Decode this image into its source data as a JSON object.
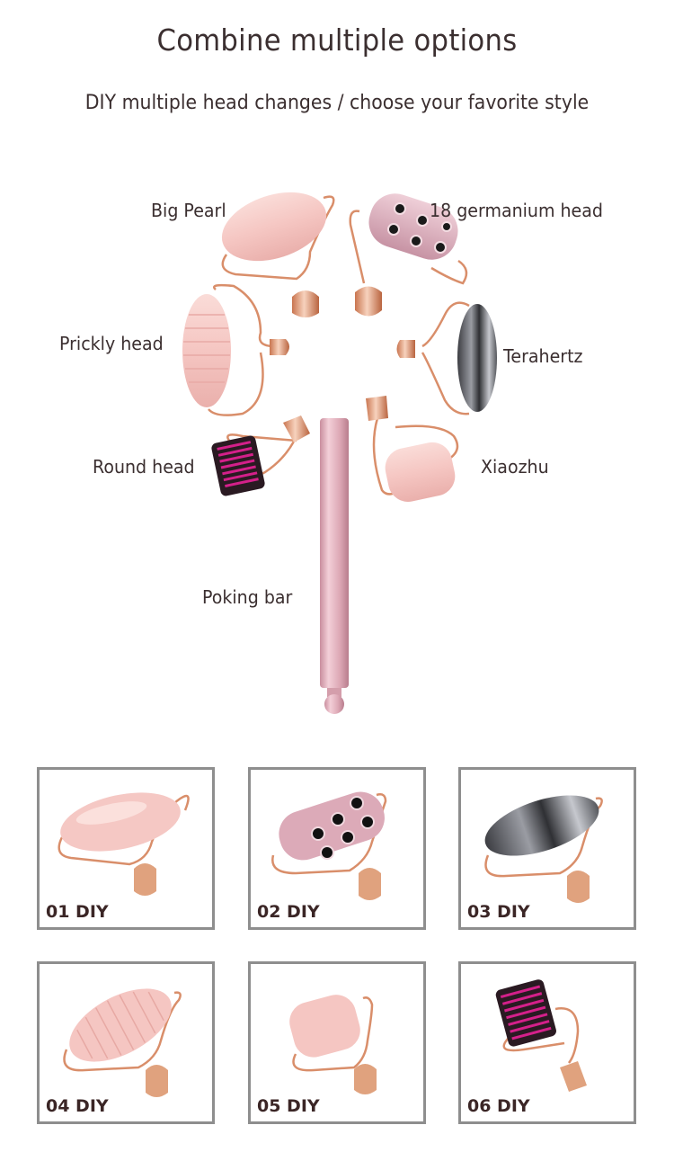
{
  "header": {
    "title": "Combine multiple options",
    "subtitle": "DIY multiple head changes / choose your favorite style"
  },
  "diagram": {
    "labels": {
      "big_pearl": "Big Pearl",
      "germanium": "18 germanium head",
      "prickly": "Prickly head",
      "terahertz": "Terahertz",
      "round": "Round head",
      "xiaozhu": "Xiaozhu",
      "poking": "Poking bar"
    },
    "colors": {
      "rose_quartz": "#f4c4c0",
      "rose_gold": "#d98e6a",
      "pink_metal": "#d9aab8",
      "hematite": "#5a5c62",
      "needle_magenta": "#c2187a",
      "rod_pink": "#e0a9b6"
    }
  },
  "cards": [
    {
      "label": "01 DIY",
      "head": "big_pearl"
    },
    {
      "label": "02 DIY",
      "head": "germanium"
    },
    {
      "label": "03 DIY",
      "head": "terahertz"
    },
    {
      "label": "04 DIY",
      "head": "prickly"
    },
    {
      "label": "05 DIY",
      "head": "xiaozhu"
    },
    {
      "label": "06 DIY",
      "head": "round"
    }
  ],
  "card_style": {
    "border": "#8e8e8e"
  }
}
